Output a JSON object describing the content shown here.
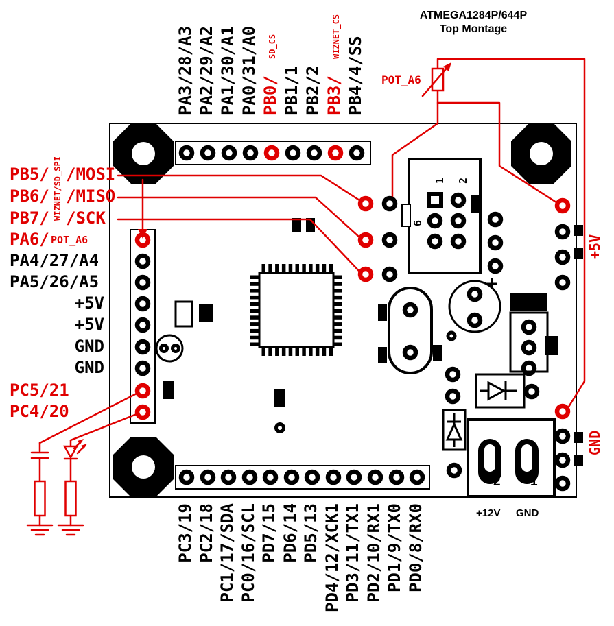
{
  "colors": {
    "red": "#e00000",
    "black": "#000000",
    "board": "#ffffff"
  },
  "title": {
    "line1": "ATMEGA1284P/644P",
    "line2": "Top Montage"
  },
  "top_pins": [
    {
      "label": "PA3/28/A3",
      "red": false
    },
    {
      "label": "PA2/29/A2",
      "red": false
    },
    {
      "label": "PA1/30/A1",
      "red": false
    },
    {
      "label": "PA0/31/A0",
      "red": false
    },
    {
      "label": "PB0/",
      "red": true,
      "sublabel": "SD_CS"
    },
    {
      "label": "PB1/1",
      "red": false
    },
    {
      "label": "PB2/2",
      "red": false
    },
    {
      "label": "PB3/",
      "red": true,
      "sublabel": "WIZNET_CS"
    },
    {
      "label": "PB4/4/SS",
      "red": false
    }
  ],
  "left_signals": {
    "spi_group": {
      "bus_label": "WIZNET/SD_SPI",
      "rows": [
        {
          "prefix": "PB5/",
          "suffix": "/MOSI"
        },
        {
          "prefix": "PB6/",
          "suffix": "/MISO"
        },
        {
          "prefix": "PB7/",
          "suffix": "/SCK"
        }
      ]
    },
    "header_labels": [
      {
        "label": "PA6/",
        "sublabel": "POT_A6",
        "red": true
      },
      {
        "label": "PA4/27/A4",
        "red": false
      },
      {
        "label": "PA5/26/A5",
        "red": false
      },
      {
        "label": "+5V",
        "red": false
      },
      {
        "label": "+5V",
        "red": false
      },
      {
        "label": "GND",
        "red": false
      },
      {
        "label": "GND",
        "red": false
      },
      {
        "label": "PC5/21",
        "red": true
      },
      {
        "label": "PC4/20",
        "red": true
      }
    ]
  },
  "bottom_pins": [
    "PC3/19",
    "PC2/18",
    "PC1/17/SDA",
    "PC0/16/SCL",
    "PD7/15",
    "PD6/14",
    "PD5/13",
    "PD4/12/XCK1",
    "PD3/11/TX1",
    "PD2/10/RX1",
    "PD1/9/TX0",
    "PD0/8/RX0"
  ],
  "right_labels": {
    "pot_a6": "POT_A6",
    "plus5v": "+5V",
    "gnd": "GND"
  },
  "isp_header": {
    "pin1": "1",
    "pin2": "2",
    "pin6": "6"
  },
  "power": {
    "pin2": "2",
    "pin1": "1",
    "v12": "+12V",
    "gnd": "GND"
  }
}
